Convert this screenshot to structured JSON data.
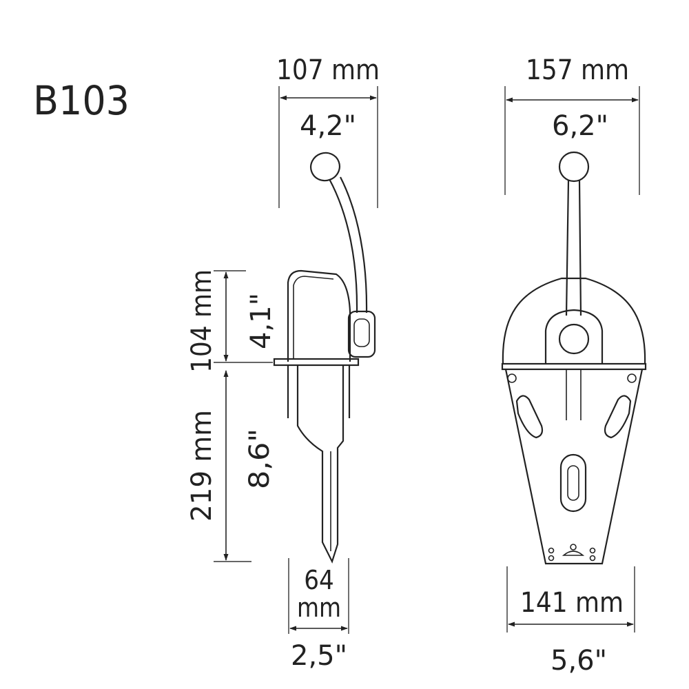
{
  "model": "B103",
  "side_view": {
    "top_width_mm": "107 mm",
    "top_width_in": "4,2\"",
    "housing_height_mm": "104 mm",
    "housing_height_in": "4,1\"",
    "shaft_length_mm": "219 mm",
    "shaft_length_in": "8,6\"",
    "base_width_mm_top": "64",
    "base_width_mm_bottom": "mm",
    "base_width_in": "2,5\""
  },
  "front_view": {
    "top_width_mm": "157 mm",
    "top_width_in": "6,2\"",
    "base_width_mm": "141 mm",
    "base_width_in": "5,6\""
  },
  "colors": {
    "line": "#222222",
    "background": "#ffffff"
  }
}
